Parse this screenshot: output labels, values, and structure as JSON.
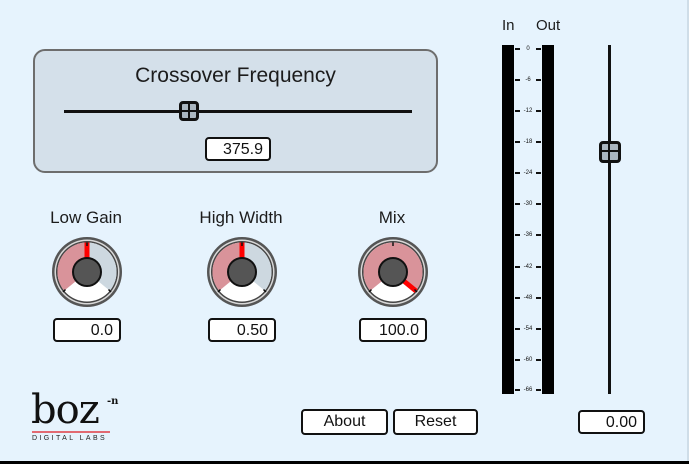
{
  "crossover": {
    "title": "Crossover Frequency",
    "value": "375.9",
    "slider_position_pct": 36
  },
  "knobs": [
    {
      "label": "Low Gain",
      "value": "0.0",
      "position_pct": 50
    },
    {
      "label": "High Width",
      "value": "0.50",
      "position_pct": 50
    },
    {
      "label": "Mix",
      "value": "100.0",
      "position_pct": 100
    }
  ],
  "meters": {
    "in_label": "In",
    "out_label": "Out",
    "scale": [
      "0",
      "-6",
      "-12",
      "-18",
      "-24",
      "-30",
      "-36",
      "-42",
      "-48",
      "-54",
      "-60",
      "-66"
    ]
  },
  "output_gain": {
    "value": "0.00"
  },
  "buttons": {
    "about": "About",
    "reset": "Reset"
  },
  "logo": {
    "word": "boz",
    "superscript": "-n",
    "subtitle": "DIGITAL LABS"
  },
  "colors": {
    "background": "#e6f3fd",
    "panel": "#d4e0ea",
    "knob_active": "#d9939a",
    "knob_inactive": "#cdd8e0",
    "indicator": "#ff0000",
    "logo_accent": "#e26a72"
  }
}
